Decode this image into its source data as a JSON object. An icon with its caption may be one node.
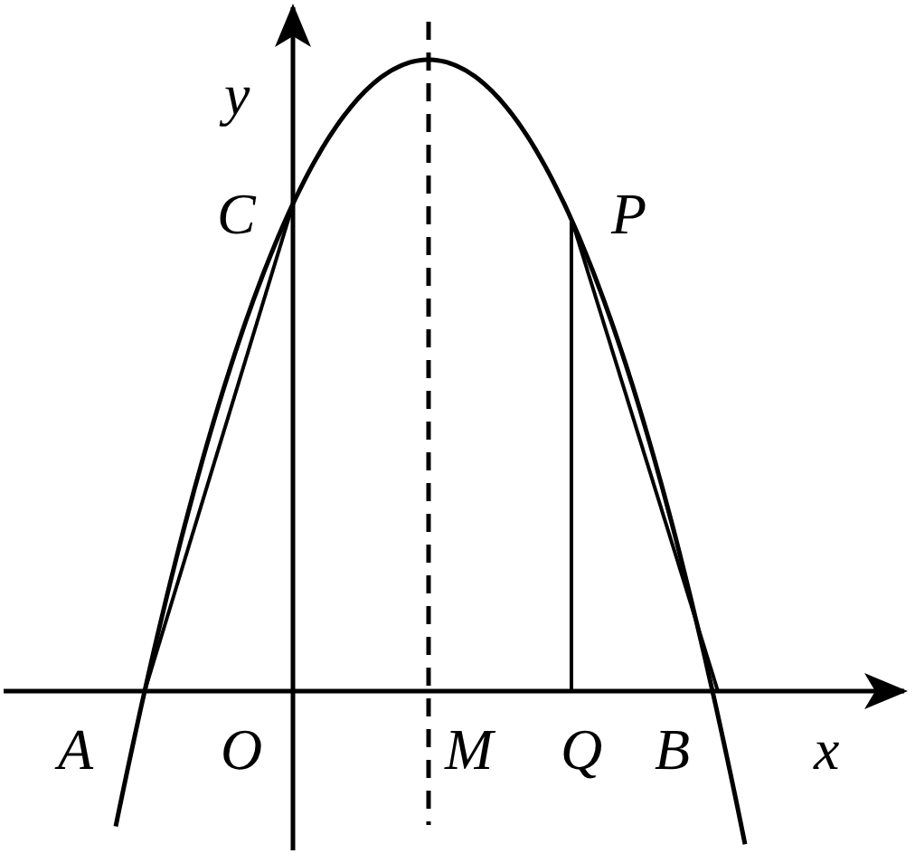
{
  "diagram": {
    "labels": [
      "y",
      "C",
      "P",
      "A",
      "O",
      "M",
      "Q",
      "B",
      "x"
    ]
  }
}
